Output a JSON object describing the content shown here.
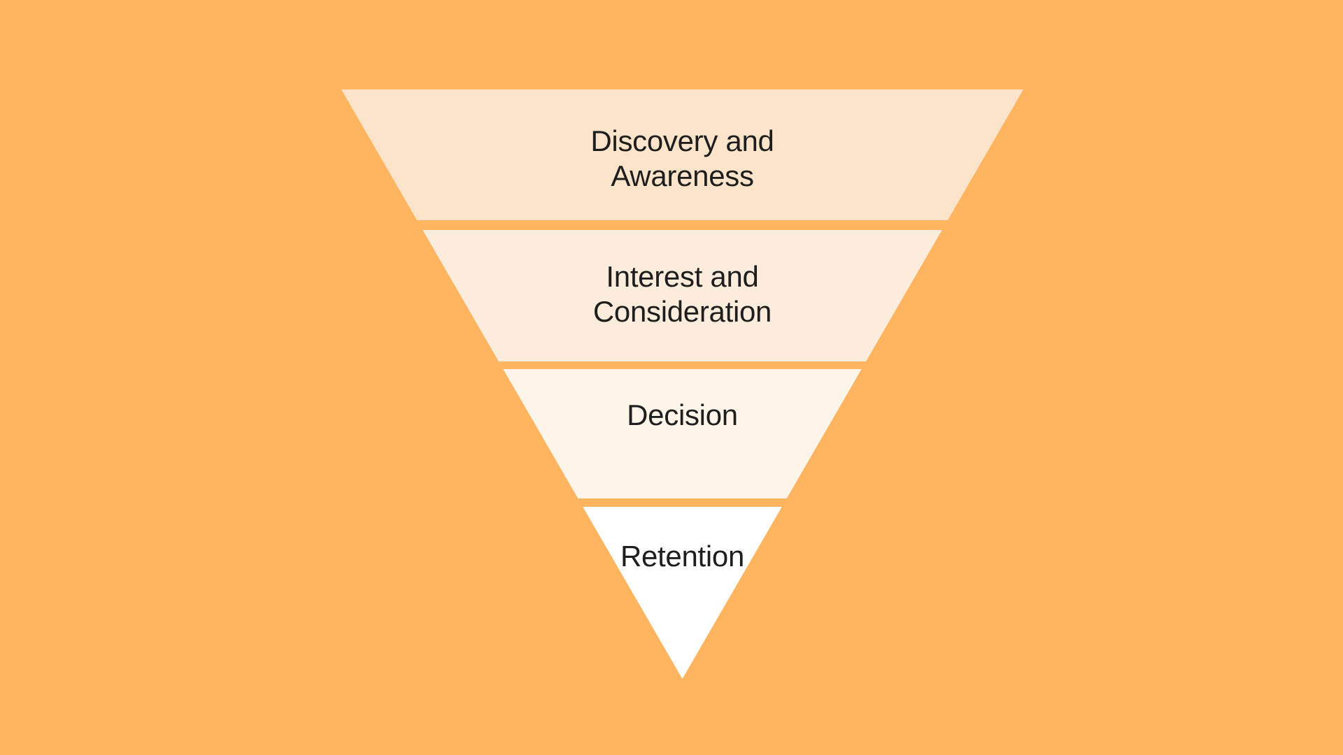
{
  "canvas": {
    "background_color": "#FFB45F",
    "text_color": "#1E1E1E"
  },
  "funnel": {
    "name": "inverted-funnel-diagram",
    "stages": [
      {
        "id": "discovery-and-awareness",
        "label": "Discovery and Awareness",
        "lines": [
          "Discovery and",
          "Awareness"
        ],
        "color": "#FCE4CA"
      },
      {
        "id": "interest-and-consideration",
        "label": "Interest and Consideration",
        "lines": [
          "Interest and",
          "Consideration"
        ],
        "color": "#FCECDB"
      },
      {
        "id": "decision",
        "label": "Decision",
        "lines": [
          "Decision"
        ],
        "color": "#FDF4EA"
      },
      {
        "id": "retention",
        "label": "Retention",
        "lines": [
          "Retention"
        ],
        "color": "#FFFFFF"
      }
    ]
  }
}
